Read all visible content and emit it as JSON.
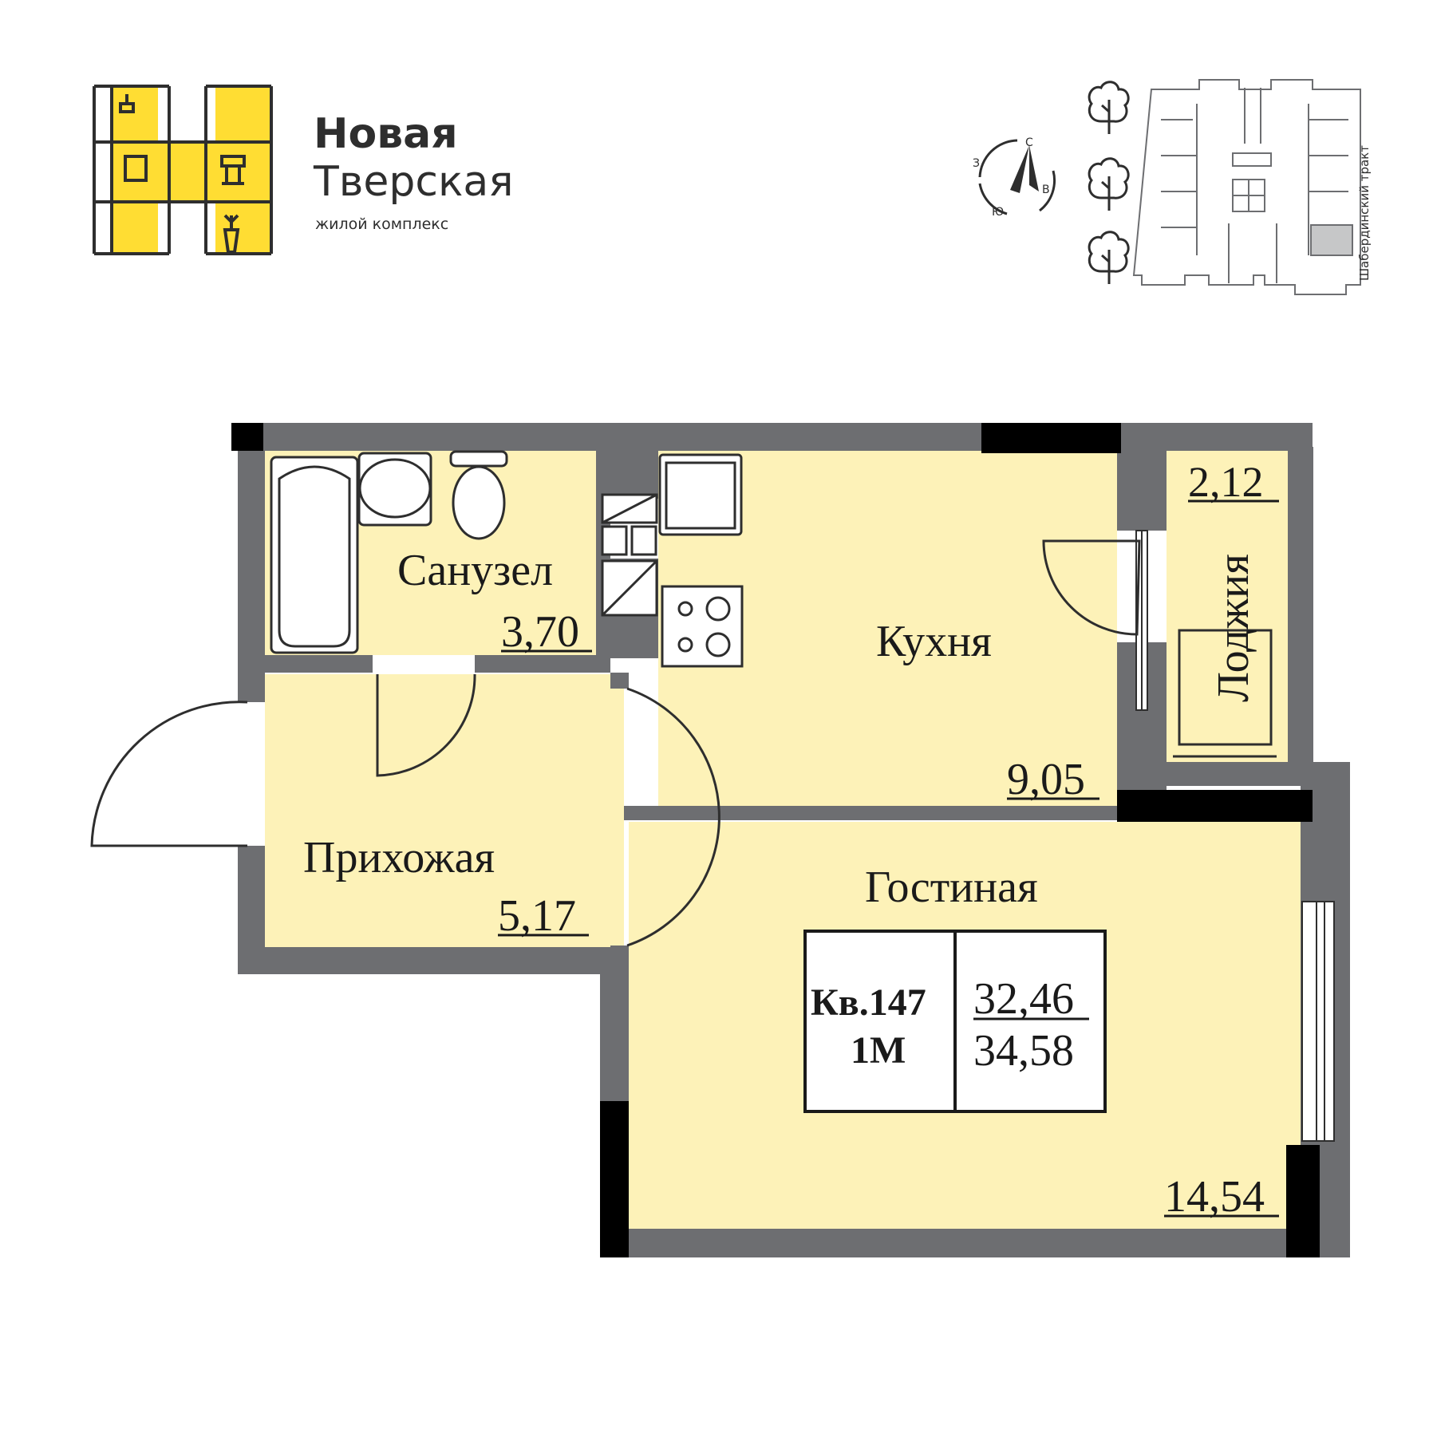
{
  "brand": {
    "title_line1": "Новая",
    "title_line2": "Тверская",
    "subtitle": "жилой комплекс"
  },
  "compass": {
    "north": "С",
    "east": "В",
    "south": "Ю",
    "west": "З"
  },
  "site_plan": {
    "street_label": "Шабердинский тракт"
  },
  "rooms": {
    "bathroom": {
      "name": "Санузел",
      "area": "3,70"
    },
    "kitchen": {
      "name": "Кухня",
      "area": "9,05"
    },
    "loggia": {
      "name": "Лоджия",
      "area": "2,12"
    },
    "hallway": {
      "name": "Прихожая",
      "area": "5,17"
    },
    "living": {
      "name": "Гостиная",
      "area": "14,54"
    }
  },
  "apartment": {
    "number": "Кв.147",
    "type": "1М",
    "area_living": "32,46",
    "area_total": "34,58"
  },
  "colors": {
    "room_fill": "#fdf2b8",
    "wall": "#6d6e71",
    "wall_dark": "#000000",
    "brand_yellow": "#ffdd33",
    "brand_dark": "#2e2e2e"
  }
}
